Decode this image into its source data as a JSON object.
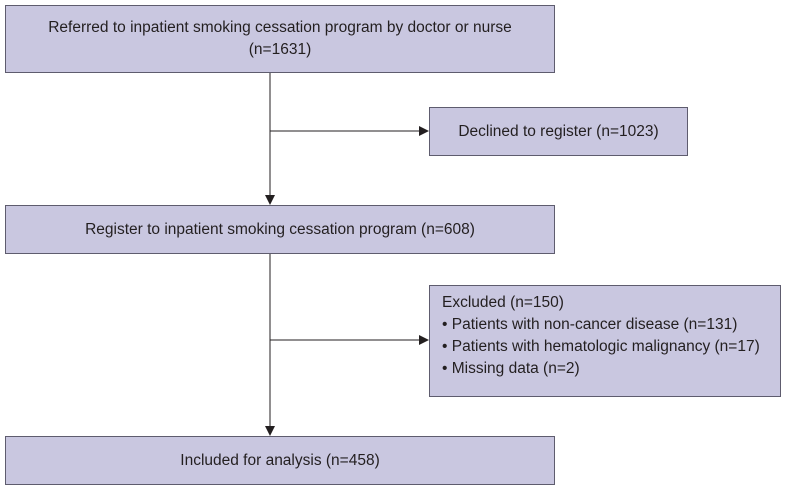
{
  "flow": {
    "referred": {
      "text": "Referred to inpatient smoking cessation program by doctor or nurse",
      "count": "(n=1631)"
    },
    "declined": {
      "text": "Declined to register (n=1023)"
    },
    "register": {
      "text": "Register to inpatient smoking cessation program (n=608)"
    },
    "excluded": {
      "title": "Excluded (n=150)",
      "items": [
        "Patients with non-cancer disease (n=131)",
        "Patients with hematologic malignancy (n=17)",
        "Missing data (n=2)"
      ]
    },
    "included": {
      "text": "Included for analysis (n=458)"
    }
  },
  "colors": {
    "box_fill": "#c9c7e0",
    "box_border": "#5e5c6e",
    "line": "#231f20"
  }
}
